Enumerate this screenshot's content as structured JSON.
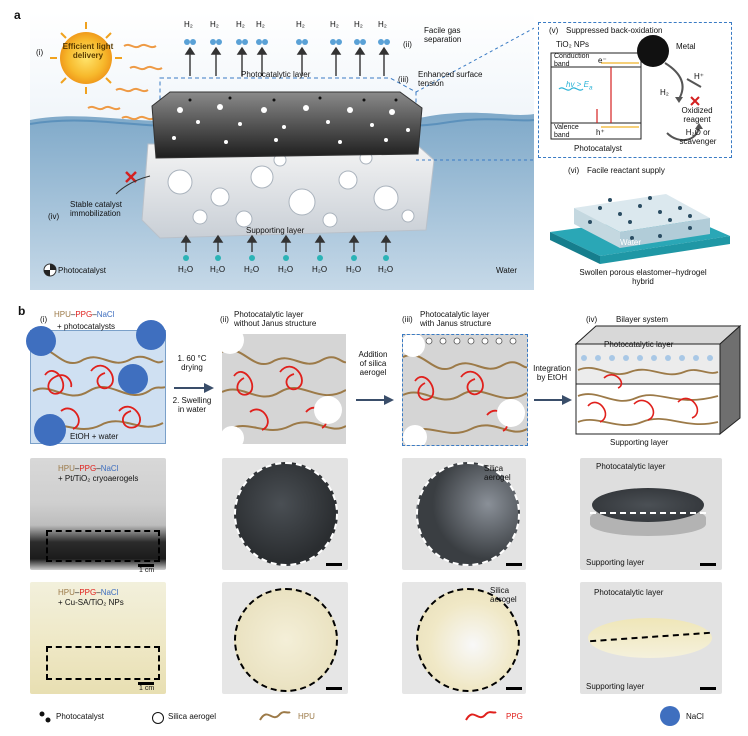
{
  "panel_a": {
    "letter": "a",
    "labels": {
      "i_num": "(i)",
      "light": "Efficient light delivery",
      "ii": "(ii)",
      "gas": "Facile gas separation",
      "iii": "(iii)",
      "tension": "Enhanced surface tension",
      "photo_layer": "Photocatalytic layer",
      "iv": "(iv)",
      "immob": "Stable catalyst immobilization",
      "support": "Supporting layer",
      "photocatalyst": "Photocatalyst",
      "water": "Water",
      "h2": "H₂",
      "h2o": "H₂O"
    },
    "inset_v": {
      "num": "(v)",
      "title": "Suppressed back-oxidation",
      "tio2": "TiO₂ NPs",
      "metal": "Metal",
      "cb": "Conduction band",
      "electron": "e⁻",
      "hv": "hv > E",
      "hv_sub": "a",
      "vb": "Valence band",
      "hole": "h⁺",
      "caption": "Photocatalyst",
      "hplus": "H⁺",
      "h2": "H₂",
      "oxidized": "Oxidized reagent",
      "scavenger": "H₂O or scavenger"
    },
    "inset_vi": {
      "num": "(vi)",
      "title": "Facile reactant supply",
      "water": "Water",
      "caption": "Swollen porous elastomer–hydrogel hybrid"
    }
  },
  "panel_b": {
    "letter": "b",
    "step_i": {
      "num": "(i)",
      "hpu": "HPU",
      "ppg": "PPG",
      "nacl": "NaCl",
      "dash": "–",
      "suffix": "+ photocatalysts",
      "solvent": "EtOH + water"
    },
    "arrow1": {
      "l1": "1. 60 °C",
      "l2": "drying",
      "l3": "2. Swelling",
      "l4": "in water"
    },
    "step_ii": {
      "num": "(ii)",
      "l1": "Photocatalytic layer",
      "l2": "without Janus structure"
    },
    "arrow2": {
      "l1": "Addition",
      "l2": "of silica",
      "l3": "aerogel"
    },
    "step_iii": {
      "num": "(iii)",
      "l1": "Photocatalytic layer",
      "l2": "with Janus structure"
    },
    "arrow3": {
      "l1": "Integration",
      "l2": "by EtOH"
    },
    "step_iv": {
      "num": "(iv)",
      "title": "Bilayer system",
      "top": "Photocatalytic layer",
      "bottom": "Supporting layer"
    },
    "photo_row1": {
      "vial_hpu": "HPU",
      "vial_ppg": "PPG",
      "vial_nacl": "NaCl",
      "vial_suffix": "+ Pt/TiO₂ cryoaerogels",
      "scale": "1 cm",
      "silica": "Silica aerogel",
      "top": "Photocatalytic layer",
      "bottom": "Supporting layer"
    },
    "photo_row2": {
      "vial_suffix": "+ Cu-SA/TiO₂ NPs",
      "scale": "1 cm",
      "silica": "Silica aerogel",
      "top": "Photocatalytic layer",
      "bottom": "Supporting layer"
    },
    "legend": {
      "photocatalyst": "Photocatalyst",
      "silica": "Silica aerogel",
      "hpu": "HPU",
      "ppg": "PPG",
      "nacl": "NaCl"
    }
  },
  "colors": {
    "hpu": "#9c7a48",
    "ppg": "#e0201c",
    "nacl": "#3f6fbf",
    "panel_a_bg": "#c8dbe9",
    "dash_blue": "#3a7bc4",
    "water_blue": "#2f7fb8"
  }
}
